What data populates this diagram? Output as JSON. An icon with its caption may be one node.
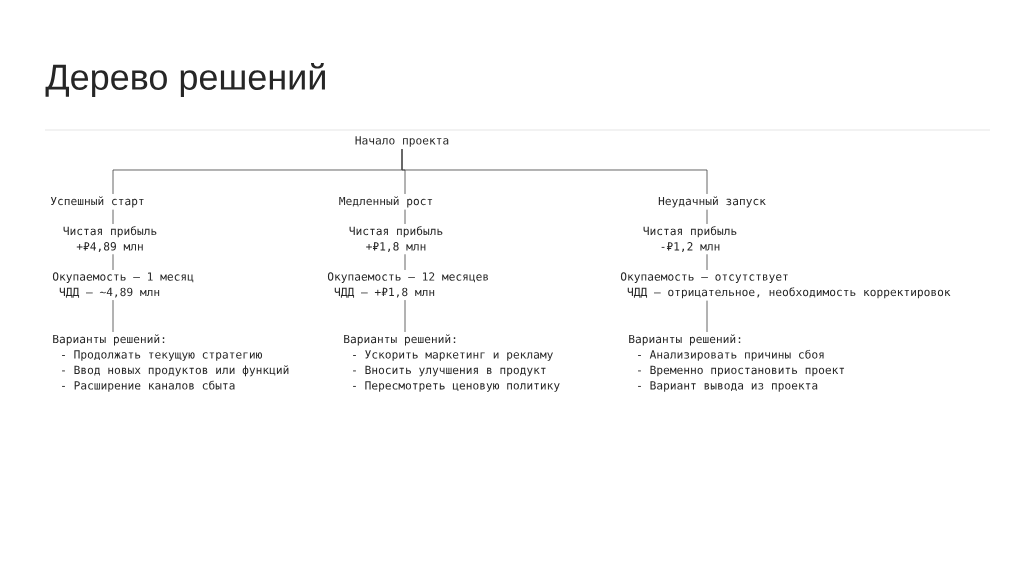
{
  "diagram": {
    "title": "Дерево решений",
    "nodes": [
      {
        "text": [
          "Начало проекта"
        ]
      },
      {
        "text": [
          "Успешный старт"
        ]
      },
      {
        "text": [
          "Чистая прибыль",
          "+₽4,89 млн"
        ]
      },
      {
        "text": [
          "Окупаемость — 1 месяц",
          "ЧДД — ~4,89 млн"
        ]
      },
      {
        "text": [
          "Варианты решений:",
          "- Продолжать текущую стратегию",
          "- Ввод новых продуктов или функций",
          "- Расширение каналов сбыта"
        ]
      },
      {
        "text": [
          "Медленный рост"
        ]
      },
      {
        "text": [
          "Чистая прибыль",
          "+₽1,8 млн"
        ]
      },
      {
        "text": [
          "Окупаемость — 12 месяцев",
          "ЧДД — +₽1,8 млн"
        ]
      },
      {
        "text": [
          "Варианты решений:",
          "- Ускорить маркетинг и рекламу",
          "- Вносить улучшения в продукт",
          "- Пересмотреть ценовую политику"
        ]
      },
      {
        "text": [
          "Неудачный запуск"
        ]
      },
      {
        "text": [
          "Чистая прибыль",
          "-₽1,2 млн"
        ]
      },
      {
        "text": [
          "Окупаемость — отсутствует",
          "ЧДД — отрицательное, необходимость корректировок"
        ]
      },
      {
        "text": [
          "Варианты решений:",
          "- Анализировать причины сбоя",
          "- Временно приостановить проект",
          "- Вариант вывода из проекта"
        ]
      }
    ],
    "edges": [
      {
        "from": 0,
        "to": 1,
        "arrow": "none"
      },
      {
        "from": 0,
        "to": 5,
        "arrow": "none"
      },
      {
        "from": 0,
        "to": 9,
        "arrow": "none"
      },
      {
        "from": 1,
        "to": 2,
        "arrow": "none"
      },
      {
        "from": 2,
        "to": 3,
        "arrow": "none"
      },
      {
        "from": 3,
        "to": 4,
        "arrow": "none"
      },
      {
        "from": 5,
        "to": 6,
        "arrow": "none"
      },
      {
        "from": 6,
        "to": 7,
        "arrow": "none"
      },
      {
        "from": 7,
        "to": 8,
        "arrow": "none"
      },
      {
        "from": 9,
        "to": 10,
        "arrow": "none"
      },
      {
        "from": 10,
        "to": 11,
        "arrow": "none"
      },
      {
        "from": 11,
        "to": 12,
        "arrow": "none"
      }
    ]
  }
}
